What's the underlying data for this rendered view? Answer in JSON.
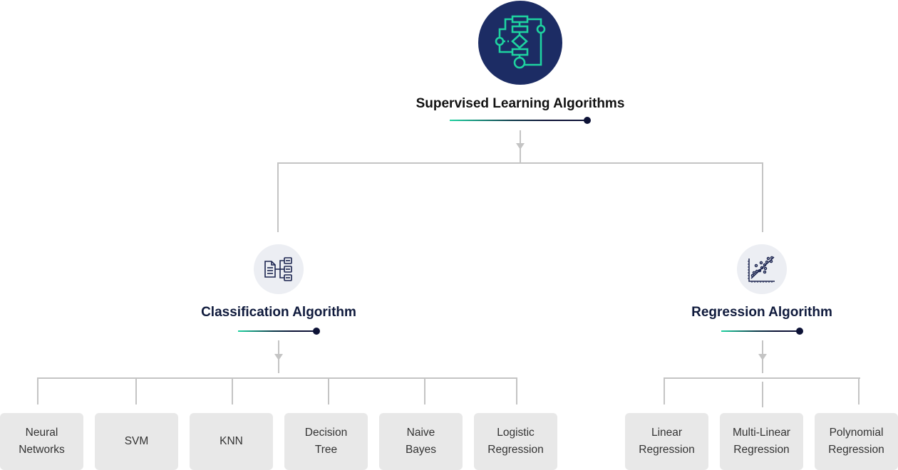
{
  "root": {
    "title": "Supervised Learning Algorithms",
    "icon": "flowchart-icon"
  },
  "branches": [
    {
      "title": "Classification Algorithm",
      "icon": "document-hierarchy-icon",
      "leaves": [
        {
          "line1": "Neural",
          "line2": "Networks"
        },
        {
          "line1": "SVM",
          "line2": ""
        },
        {
          "line1": "KNN",
          "line2": ""
        },
        {
          "line1": "Decision",
          "line2": "Tree"
        },
        {
          "line1": "Naive",
          "line2": "Bayes"
        },
        {
          "line1": "Logistic",
          "line2": "Regression"
        }
      ]
    },
    {
      "title": "Regression Algorithm",
      "icon": "scatter-plot-icon",
      "leaves": [
        {
          "line1": "Linear",
          "line2": "Regression"
        },
        {
          "line1": "Multi-Linear",
          "line2": "Regression"
        },
        {
          "line1": "Polynomial",
          "line2": "Regression"
        }
      ]
    }
  ],
  "colors": {
    "root_circle": "#1c2c64",
    "icon_accent": "#1ed3a0",
    "title_dark": "#0f1a3c",
    "connector": "#c4c4c4",
    "leaf_bg": "#e8e8e8",
    "sub_circle": "#eceef3"
  }
}
